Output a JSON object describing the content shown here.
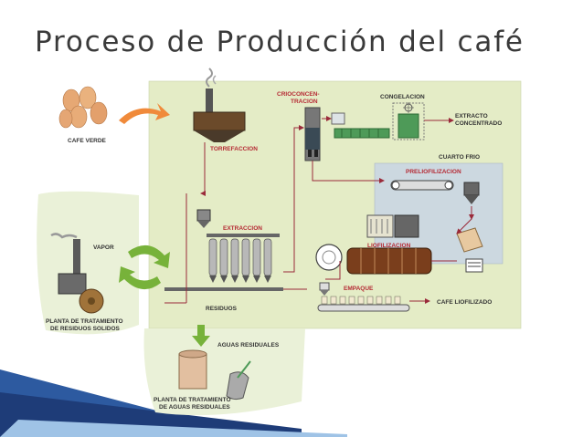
{
  "title": "Proceso de Producción del café",
  "colors": {
    "panel": "#e4ecc6",
    "cold_room": "#ccd8e0",
    "flow": "#9a2a3a",
    "label_red": "#b52a34",
    "label_dark": "#333333",
    "arrow_green": "#77b23a",
    "arrow_orange": "#f08a3a",
    "equipment_green": "#4e9a58",
    "wedge_blue": "#2d5aa0"
  },
  "labels": {
    "cafe_verde": "CAFE VERDE",
    "torrefaccion": "TORREFACCION",
    "crioconcentracion_1": "CRIOCONCEN-",
    "crioconcentracion_2": "TRACION",
    "congelacion": "CONGELACION",
    "extracto_1": "EXTRACTO",
    "extracto_2": "CONCENTRADO",
    "cuarto_frio": "CUARTO FRIO",
    "preliofilizacion": "PRELIOFILIZACION",
    "extraccion": "EXTRACCION",
    "vapor": "VAPOR",
    "liofilizacion": "LIOFILIZACION",
    "empaque": "EMPAQUE",
    "cafe_liofilizado": "CAFE LIOFILIZADO",
    "residuos": "RESIDUOS",
    "planta_solidos_1": "PLANTA DE TRATAMIENTO",
    "planta_solidos_2": "DE RESIDUOS SOLIDOS",
    "aguas_residuales": "AGUAS RESIDUALES",
    "planta_aguas_1": "PLANTA DE TRATAMIENTO",
    "planta_aguas_2": "DE AGUAS RESIDUALES"
  }
}
